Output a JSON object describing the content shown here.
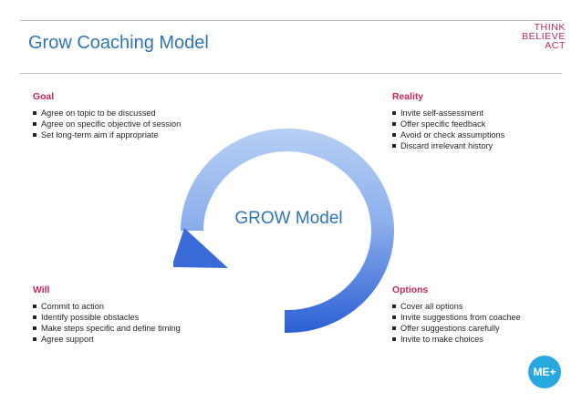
{
  "slide": {
    "title": "Grow Coaching Model",
    "brand_lines": [
      "THINK",
      "BELIEVE",
      "ACT"
    ],
    "center_label": "GROW Model",
    "badge_text": "ME+"
  },
  "sections": {
    "goal": {
      "heading": "Goal",
      "items": [
        "Agree on topic to be discussed",
        "Agree on specific objective of session",
        "Set long-term aim if appropriate"
      ]
    },
    "reality": {
      "heading": "Reality",
      "items": [
        "Invite self-assessment",
        "Offer specific feedback",
        "Avoid or check assumptions",
        "Discard irrelevant history"
      ]
    },
    "will": {
      "heading": "Will",
      "items": [
        "Commit to action",
        "Identify possible obstacles",
        "Make steps specific and define timing",
        "Agree support"
      ]
    },
    "options": {
      "heading": "Options",
      "items": [
        "Cover all options",
        "Invite suggestions from coachee",
        "Offer suggestions carefully",
        "Invite to make choices"
      ]
    }
  },
  "colors": {
    "title_blue": "#2e75b6",
    "heading_magenta": "#c0285a",
    "arrow_light": "#aec8f2",
    "arrow_dark": "#2b5fd3",
    "badge_blue": "#29a8e0"
  }
}
